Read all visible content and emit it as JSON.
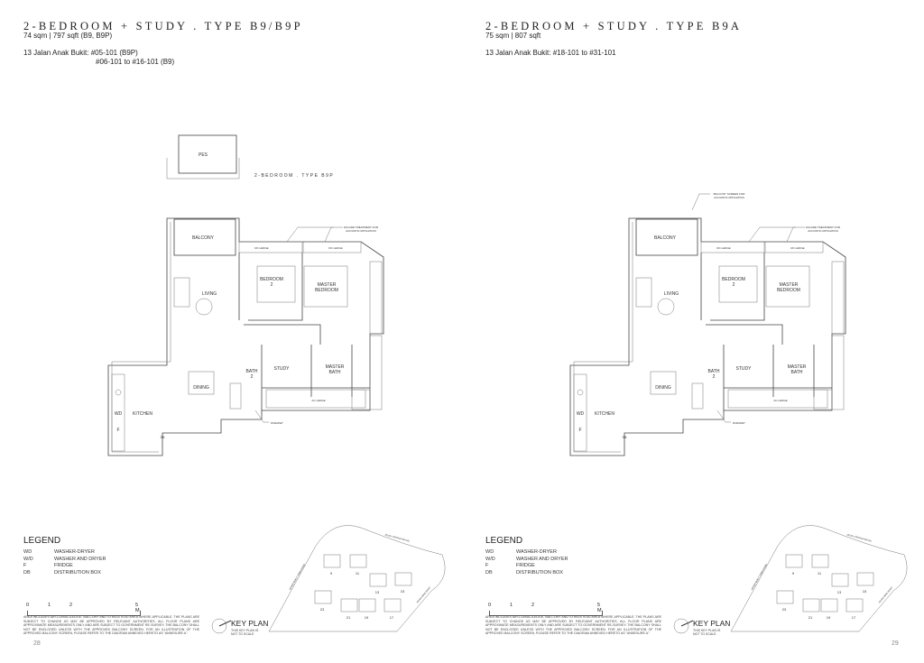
{
  "pages": [
    {
      "title": "2-BEDROOM + STUDY . TYPE B9/B9P",
      "area": "74 sqm | 797 sqft (B9, B9P)",
      "address_label": "13 Jalan Anak Bukit:",
      "address_lines": [
        "#05-101 (B9P)",
        "#06-101 to #16-101 (B9)"
      ],
      "page_number": "28",
      "pes_label": "PES",
      "pes_caption": "2-BEDROOM . TYPE B9P",
      "balcony_note": ""
    },
    {
      "title": "2-BEDROOM + STUDY . TYPE B9A",
      "area": "75 sqm | 807 sqft",
      "address_label": "13 Jalan Anak Bukit:",
      "address_lines": [
        "#18-101 to #31-101"
      ],
      "page_number": "29",
      "pes_label": "",
      "pes_caption": "",
      "balcony_note": "BALCONY SCREEN FOR ACOUSTIC MITIGATION"
    }
  ],
  "rooms": {
    "balcony": "BALCONY",
    "living": "LIVING",
    "bedroom2": [
      "BEDROOM",
      "2"
    ],
    "master_bedroom": [
      "MASTER",
      "BEDROOM"
    ],
    "bath2": [
      "BATH",
      "2"
    ],
    "study": "STUDY",
    "master_bath": [
      "MASTER",
      "BATH"
    ],
    "dining": "DINING",
    "kitchen": "KITCHEN",
    "wd": "WD",
    "f": "F",
    "db": "DB",
    "rc_ledge": "RC LEDGE",
    "ac_ledge": "AC LEDGE",
    "facade_note": [
      "FACADE TREATMENT FOR",
      "ACOUSTIC MITIGATION"
    ],
    "parapet": "PARAPET"
  },
  "legend": {
    "heading": "LEGEND",
    "items": [
      {
        "key": "WD",
        "value": "WASHER-DRYER"
      },
      {
        "key": "W/D",
        "value": "WASHER AND DRYER"
      },
      {
        "key": "F",
        "value": "FRIDGE"
      },
      {
        "key": "DB",
        "value": "DISTRIBUTION BOX"
      }
    ]
  },
  "scale": {
    "labels": [
      "0",
      "1",
      "2",
      "5 M"
    ]
  },
  "disclaimer": "AREA INCLUDES AIR-CON/AC/LEDGE, BALCONY AND STRATA VOID AREA WHERE APPLICABLE. THE PLANS ARE SUBJECT TO CHANGE AS MAY BE APPROVED BY RELEVANT AUTHORITIES. ALL FLOOR PLANS ARE APPROXIMATE MEASUREMENTS ONLY AND ARE SUBJECT TO GOVERNMENT RE-SURVEY. THE BALCONY SHALL NOT BE ENCLOSED UNLESS WITH THE APPROVED BALCONY SCREEN. FOR AN ILLUSTRATION OF THE APPROVED BALCONY SCREEN, PLEASE REFER TO THE DIAGRAM ANNEXED HERETO AS \"ANNEXURE A\".",
  "keyplan": {
    "label": "KEY PLAN",
    "note": [
      "THIS KEY PLAN IS",
      "NOT TO SCALE"
    ],
    "roads": [
      "JALAN JURONG KECHIL",
      "UPPER BUKIT TIMAH ROAD",
      "JALAN ANAK BUKIT"
    ],
    "blocks": [
      "9",
      "11",
      "13",
      "15",
      "17",
      "19",
      "21",
      "23"
    ]
  }
}
